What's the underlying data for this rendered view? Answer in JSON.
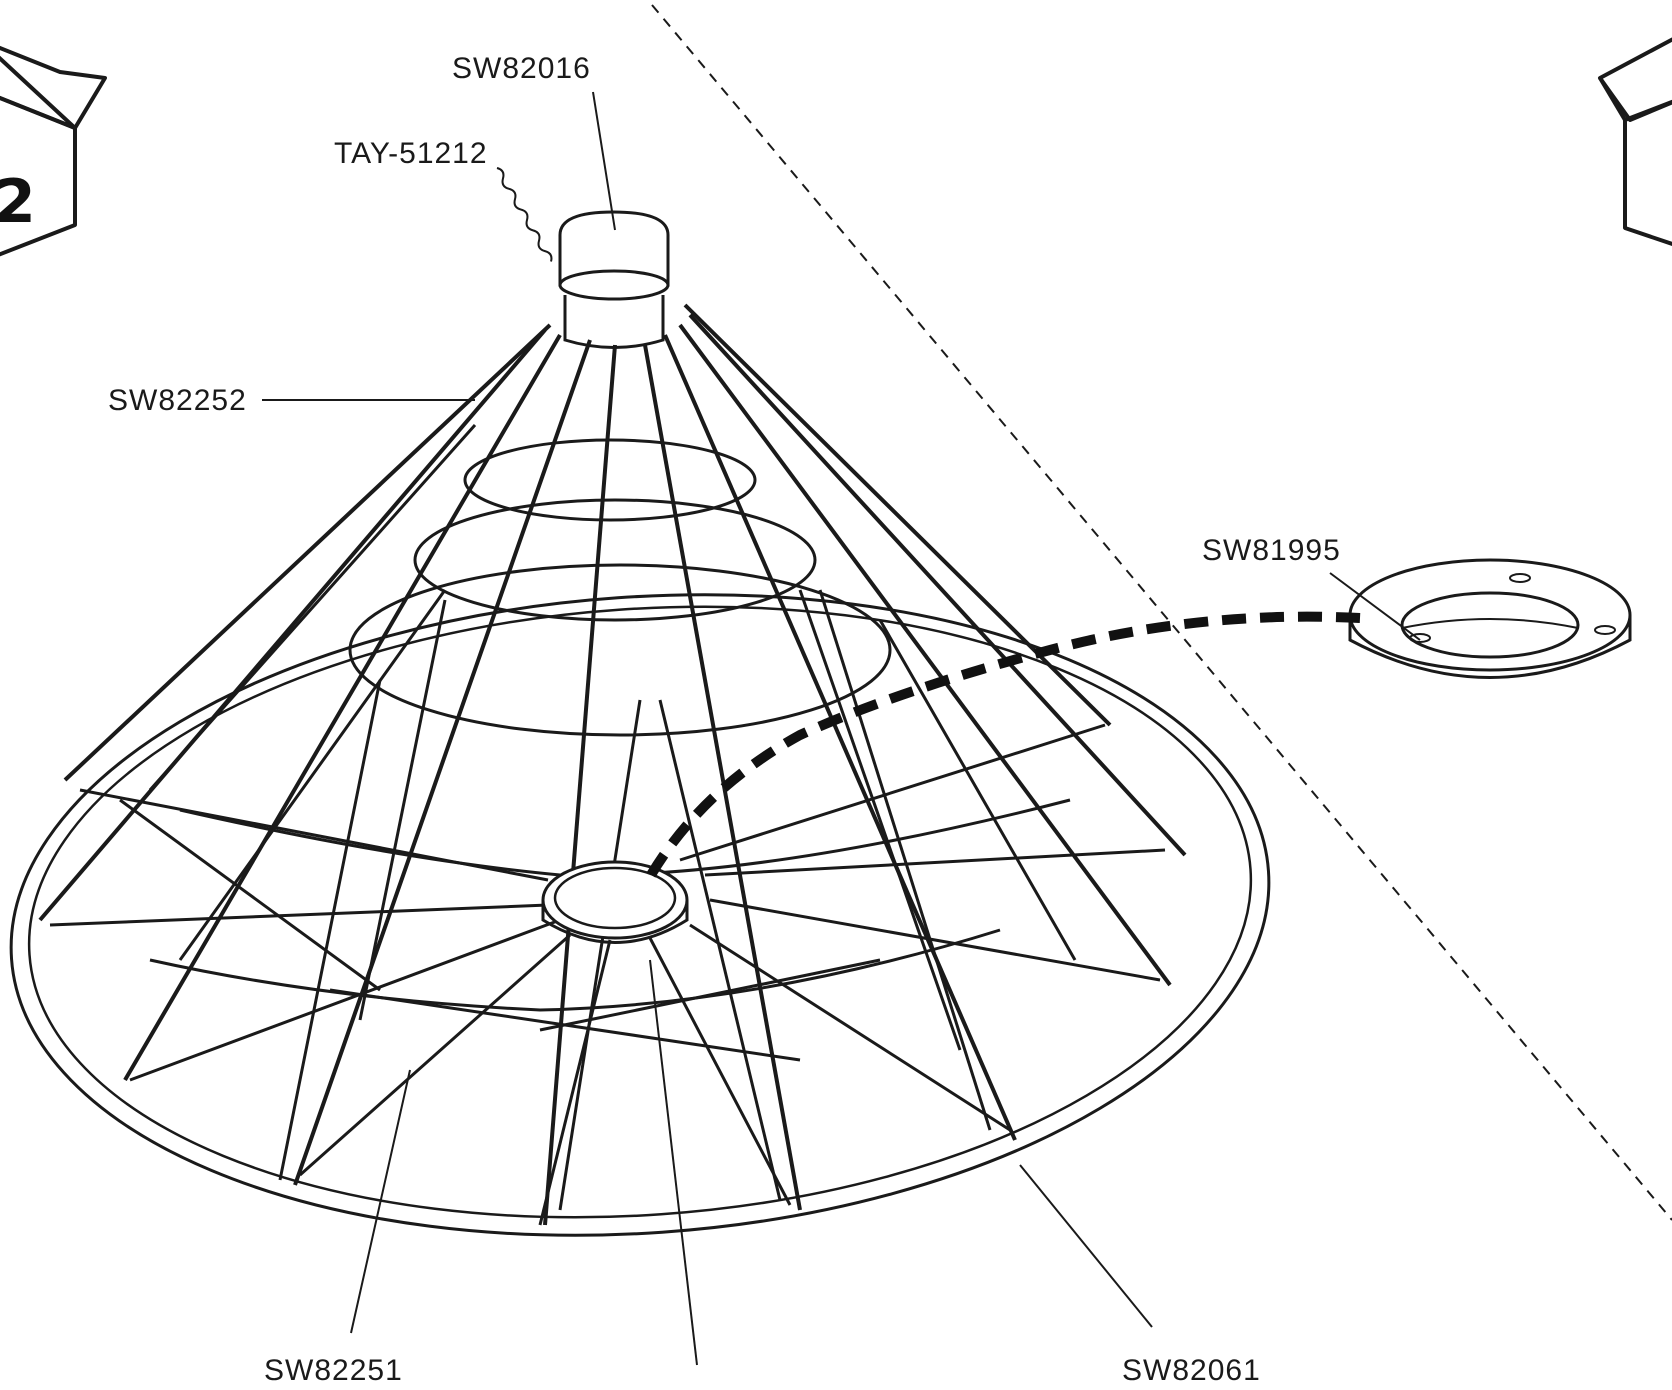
{
  "step_number": "2",
  "callouts": {
    "top_cap": "SW82016",
    "lanyard": "TAY-51212",
    "upper_connector": "SW82252",
    "base_ring_part": "SW81995",
    "lower_rope": "SW82251",
    "outer_ring": "SW82061"
  },
  "icons": [
    "box-icon",
    "box-icon"
  ],
  "colors": {
    "ink": "#1a1a1a",
    "background": "#ffffff"
  }
}
